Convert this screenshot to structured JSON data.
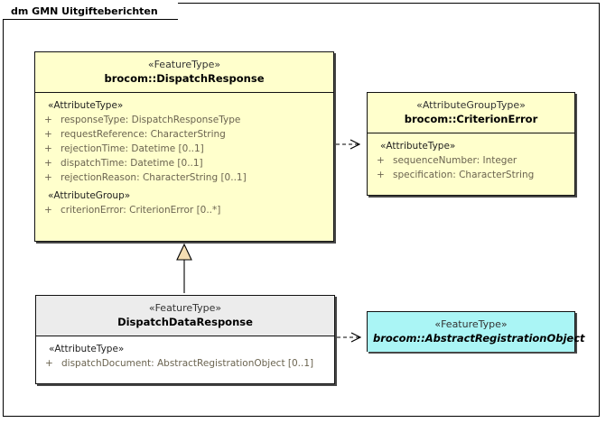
{
  "diagram": {
    "title": "dm GMN Uitgifteberichten",
    "type": "uml-class-diagram",
    "colors": {
      "class_fill_yellow": "#FFFFCC",
      "class_fill_cyan": "#AAF5F5",
      "class_header_grey": "#ECECEC",
      "class_fill_white": "#FFFFFF",
      "border": "#111111",
      "attribute_text": "#6B6450",
      "generalization_fill": "#F5DEB3"
    }
  },
  "classes": {
    "dispatch_response": {
      "stereotype": "«FeatureType»",
      "name": "brocom::DispatchResponse",
      "groups": [
        {
          "label": "«AttributeType»",
          "attributes": [
            {
              "visibility": "+",
              "text": "responseType: DispatchResponseType"
            },
            {
              "visibility": "+",
              "text": "requestReference: CharacterString"
            },
            {
              "visibility": "+",
              "text": "rejectionTime: Datetime [0..1]"
            },
            {
              "visibility": "+",
              "text": "dispatchTime: Datetime [0..1]"
            },
            {
              "visibility": "+",
              "text": "rejectionReason: CharacterString [0..1]"
            }
          ]
        },
        {
          "label": "«AttributeGroup»",
          "attributes": [
            {
              "visibility": "+",
              "text": "criterionError: CriterionError [0..*]"
            }
          ]
        }
      ]
    },
    "criterion_error": {
      "stereotype": "«AttributeGroupType»",
      "name": "brocom::CriterionError",
      "groups": [
        {
          "label": "«AttributeType»",
          "attributes": [
            {
              "visibility": "+",
              "text": "sequenceNumber: Integer"
            },
            {
              "visibility": "+",
              "text": "specification: CharacterString"
            }
          ]
        }
      ]
    },
    "dispatch_data_response": {
      "stereotype": "«FeatureType»",
      "name": "DispatchDataResponse",
      "groups": [
        {
          "label": "«AttributeType»",
          "attributes": [
            {
              "visibility": "+",
              "text": "dispatchDocument: AbstractRegistrationObject [0..1]"
            }
          ]
        }
      ]
    },
    "abstract_registration_object": {
      "stereotype": "«FeatureType»",
      "name": "brocom::AbstractRegistrationObject",
      "abstract": true,
      "groups": []
    }
  },
  "connectors": [
    {
      "kind": "dependency",
      "style": "dashed-open-arrow",
      "from": "dispatch_response",
      "to": "criterion_error"
    },
    {
      "kind": "generalization",
      "style": "solid-hollow-triangle",
      "from": "dispatch_data_response",
      "to": "dispatch_response"
    },
    {
      "kind": "dependency",
      "style": "dashed-open-arrow",
      "from": "dispatch_data_response",
      "to": "abstract_registration_object"
    }
  ]
}
